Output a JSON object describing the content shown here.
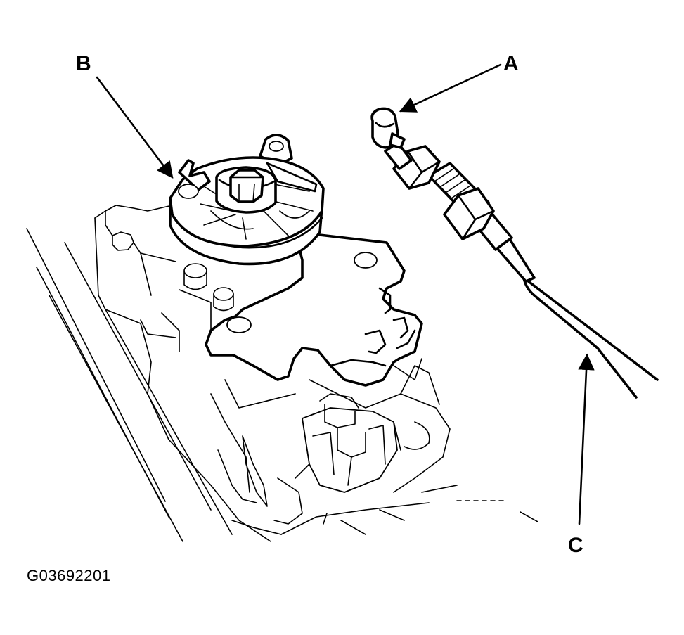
{
  "figure": {
    "id_text": "G03692201"
  },
  "callouts": [
    {
      "key": "A",
      "label": "A"
    },
    {
      "key": "B",
      "label": "B"
    },
    {
      "key": "C",
      "label": "C"
    }
  ],
  "colors": {
    "ink": "#000000",
    "paper": "#ffffff"
  }
}
